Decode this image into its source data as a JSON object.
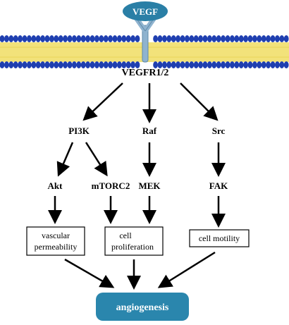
{
  "ligand": {
    "label": "VEGF"
  },
  "receptor": {
    "label": "VEGFR1/2"
  },
  "pathways": {
    "pi3k": "PI3K",
    "raf": "Raf",
    "src": "Src",
    "akt": "Akt",
    "mtorc2": "mTORC2",
    "mek": "MEK",
    "fak": "FAK"
  },
  "outcomes": {
    "vascular_line1": "vascular",
    "vascular_line2": "permeability",
    "cell_prolif_line1": "cell",
    "cell_prolif_line2": "proliferation",
    "cell_motility": "cell motility"
  },
  "result": {
    "label": "angiogenesis"
  },
  "colors": {
    "membrane_head": "#1f3fb0",
    "membrane_tail": "#f2e27a",
    "receptor": "#8fb3cf",
    "ligand_fill": "#2a7fa6",
    "result_fill": "#2a86ad",
    "arrow": "#000000"
  }
}
